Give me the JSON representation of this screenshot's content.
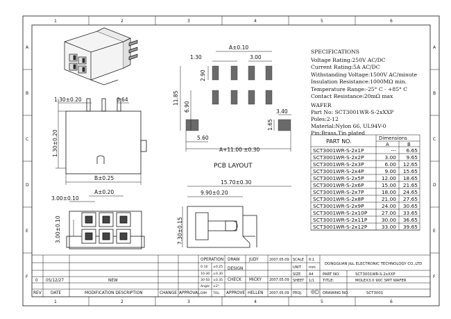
{
  "frame": {
    "top_numbers": [
      "1",
      "2",
      "3",
      "4",
      "5",
      "6"
    ],
    "bottom_numbers": [
      "1",
      "2",
      "3",
      "4",
      "5",
      "6"
    ],
    "side_letters": [
      "A",
      "B",
      "C",
      "D",
      "E",
      "F"
    ]
  },
  "specifications": {
    "heading": "SPECIFICATIONS",
    "lines": [
      "Voltage Rating:250V AC/DC",
      "Current Rating:5A AC/DC",
      "Withstanding Voltage:1500V AC/minute",
      "Insulation Resistance:1000MΩ min.",
      "Temperature Range:-25° C - +85° C",
      "Contact Resistance:20mΩ max"
    ]
  },
  "wafer": {
    "heading": "WAFER",
    "lines": [
      "Part No: SCT3001WR-S-2xXXP",
      "Poles:2-12",
      "Material:Nylon 66, UL94V-0",
      "Pin:Brass,Tin plated"
    ]
  },
  "dims_table": {
    "part_header": "PART NO.",
    "dims_header": "Dimensions",
    "col_a": "A",
    "col_b": "B",
    "rows": [
      {
        "part": "SCT3001WR-S-2x1P",
        "a": "---",
        "b": "6.65"
      },
      {
        "part": "SCT3001WR-S-2x2P",
        "a": "3.00",
        "b": "9.65"
      },
      {
        "part": "SCT3001WR-S-2x3P",
        "a": "6.00",
        "b": "12.65"
      },
      {
        "part": "SCT3001WR-S-2x4P",
        "a": "9.00",
        "b": "15.65"
      },
      {
        "part": "SCT3001WR-S-2x5P",
        "a": "12.00",
        "b": "18.65"
      },
      {
        "part": "SCT3001WR-S-2x6P",
        "a": "15.00",
        "b": "21.65"
      },
      {
        "part": "SCT3001WR-S-2x7P",
        "a": "18.00",
        "b": "24.65"
      },
      {
        "part": "SCT3001WR-S-2x8P",
        "a": "21.00",
        "b": "27.65"
      },
      {
        "part": "SCT3001WR-S-2x9P",
        "a": "24.00",
        "b": "30.65"
      },
      {
        "part": "SCT3001WR-S-2x10P",
        "a": "27.00",
        "b": "33.65"
      },
      {
        "part": "SCT3001WR-S-2x11P",
        "a": "30.00",
        "b": "36.65"
      },
      {
        "part": "SCT3001WR-S-2x12P",
        "a": "33.00",
        "b": "39.65"
      }
    ]
  },
  "pcb": {
    "title": "PCB LAYOUT",
    "dim_a": "A±0.10",
    "dim_130": "1.30",
    "dim_300": "3.00",
    "dim_290": "2.90",
    "dim_1185": "11.85",
    "dim_690": "6.90",
    "dim_340": "3.40",
    "dim_165": "1.65",
    "dim_560": "5.60",
    "dim_a11": "A+11.00 ±0.30"
  },
  "front_view": {
    "dim_130": "1.30±0.20",
    "dim_064": "0.64",
    "dim_130v": "1.30±0.20",
    "dim_b": "B±0.25"
  },
  "bottom_view": {
    "dim_a": "A±0.20",
    "dim_300": "3.00±0.10",
    "dim_300v": "3.00±0.10"
  },
  "side_view": {
    "dim_1570": "15.70±0.30",
    "dim_990": "9.90±0.20",
    "dim_730": "7.30±0.15"
  },
  "title_block": {
    "rev_row": {
      "rev": "0",
      "date": "05/12/27",
      "desc": "NEW"
    },
    "headers": {
      "rev": "REV",
      "date": "DATE",
      "desc": "MODIFICATION DESCRIPTION",
      "change": "CHANGE",
      "approval": "APPROVAL"
    },
    "tolerance": {
      "operation": "OPERATION",
      "r1": [
        "0-10",
        "±0.25"
      ],
      "r2": [
        "10-30",
        "±0.30"
      ],
      "r3": [
        "30-50",
        "±0.35"
      ],
      "r4": [
        "Angle",
        "±2°"
      ],
      "dim": "DIM",
      "tol": "TOL."
    },
    "draw": {
      "label": "DRAW",
      "name": "JUDY",
      "date": "2007.05.09"
    },
    "design": {
      "label": "DESIGN"
    },
    "check": {
      "label": "CHECK",
      "name": "MICKY",
      "date": "2007.05.09"
    },
    "approve": {
      "label": "APPROVE",
      "name": "HELLEN",
      "date": "2007.05.09"
    },
    "scale": {
      "label": "SCALE",
      "value": "6:1"
    },
    "unit": {
      "label": "UNIT",
      "value": "mm"
    },
    "size": {
      "label": "SIZE",
      "value": "A4"
    },
    "sheet": {
      "label": "SHEET",
      "value": "1/1"
    },
    "proj": {
      "label": "PROJ."
    },
    "company": "DONGGUAN J&L ELECTRONIC TECHNOLOGY CO.,LTD",
    "part_no": {
      "label": "PART NO.",
      "value": "SCT3001WR-S-2xXXP"
    },
    "title": {
      "label": "TITLE:",
      "value": "MOLEX3.0 90C SMT WAFER"
    },
    "drawing_no": {
      "label": "DRAWING NO.",
      "value": "SCT3001"
    }
  }
}
